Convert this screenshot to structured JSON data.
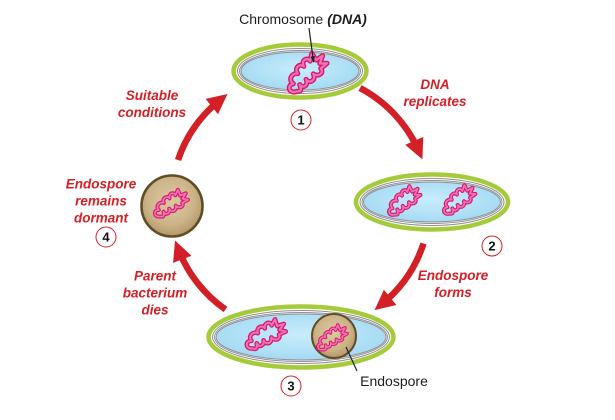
{
  "colors": {
    "red": "#d32027",
    "cell_wall_green": "#a6cb3a",
    "membrane_gray": "#8f8f95",
    "cytoplasm_blue": "#aadef5",
    "chromosome_pink": "#d8186f",
    "chromosome_pink_light": "#f173b4",
    "endospore_tan": "#cbb185",
    "endospore_border": "#5f4d26",
    "ink": "#1d1d1b"
  },
  "callouts": {
    "chromosome": {
      "text": "Chromosome",
      "emphasis": "(DNA)"
    },
    "endospore": "Endospore"
  },
  "stages": [
    {
      "number": "1"
    },
    {
      "number": "2"
    },
    {
      "number": "3"
    },
    {
      "number": "4",
      "annotation_lines": [
        "Endospore",
        "remains",
        "dormant"
      ]
    }
  ],
  "transitions": [
    {
      "from": "1",
      "to": "2",
      "lines": [
        "DNA",
        "replicates"
      ]
    },
    {
      "from": "2",
      "to": "3",
      "lines": [
        "Endospore",
        "forms"
      ]
    },
    {
      "from": "3",
      "to": "4",
      "lines": [
        "Parent",
        "bacterium",
        "dies"
      ]
    },
    {
      "from": "4",
      "to": "1",
      "lines": [
        "Suitable",
        "conditions"
      ]
    }
  ]
}
